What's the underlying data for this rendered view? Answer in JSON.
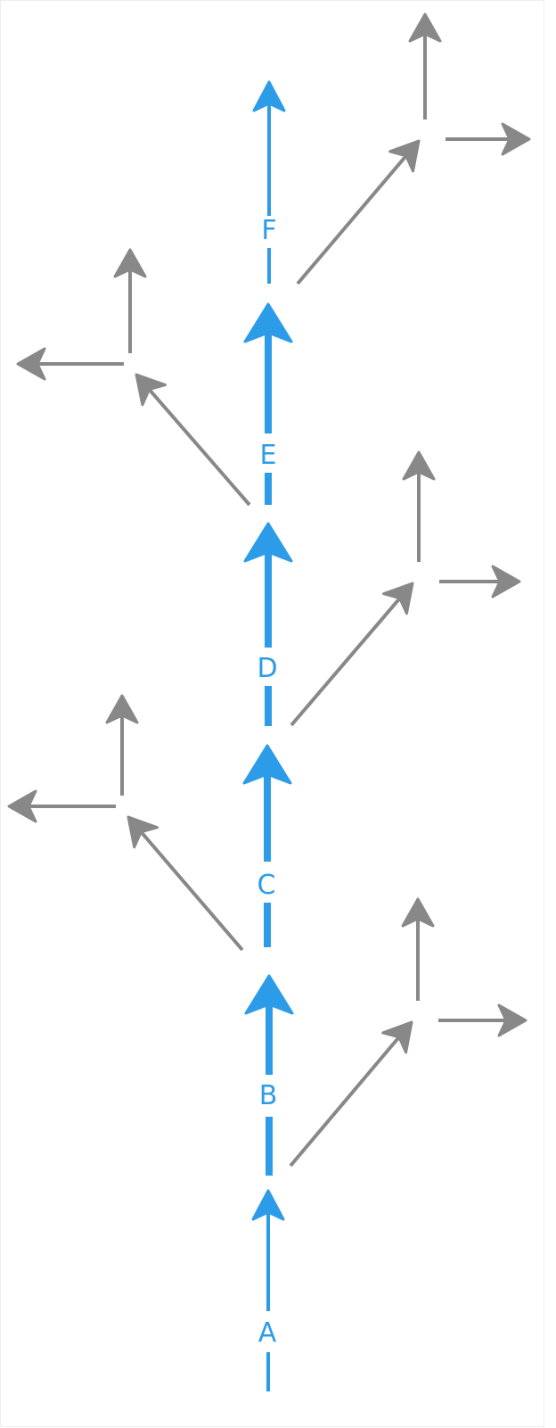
{
  "diagram": {
    "colors": {
      "main": "#2d9ce8",
      "branch": "#888888",
      "background": "#ffffff",
      "frame": "#eeeeee"
    },
    "segments": [
      {
        "id": "a",
        "label": "A"
      },
      {
        "id": "b",
        "label": "B"
      },
      {
        "id": "c",
        "label": "C"
      },
      {
        "id": "d",
        "label": "D"
      },
      {
        "id": "e",
        "label": "E"
      },
      {
        "id": "f",
        "label": "F"
      }
    ],
    "branches": [
      {
        "after": "b",
        "side": "right"
      },
      {
        "after": "c",
        "side": "left"
      },
      {
        "after": "d",
        "side": "right"
      },
      {
        "after": "e",
        "side": "left"
      },
      {
        "after": "f",
        "side": "right"
      }
    ]
  }
}
